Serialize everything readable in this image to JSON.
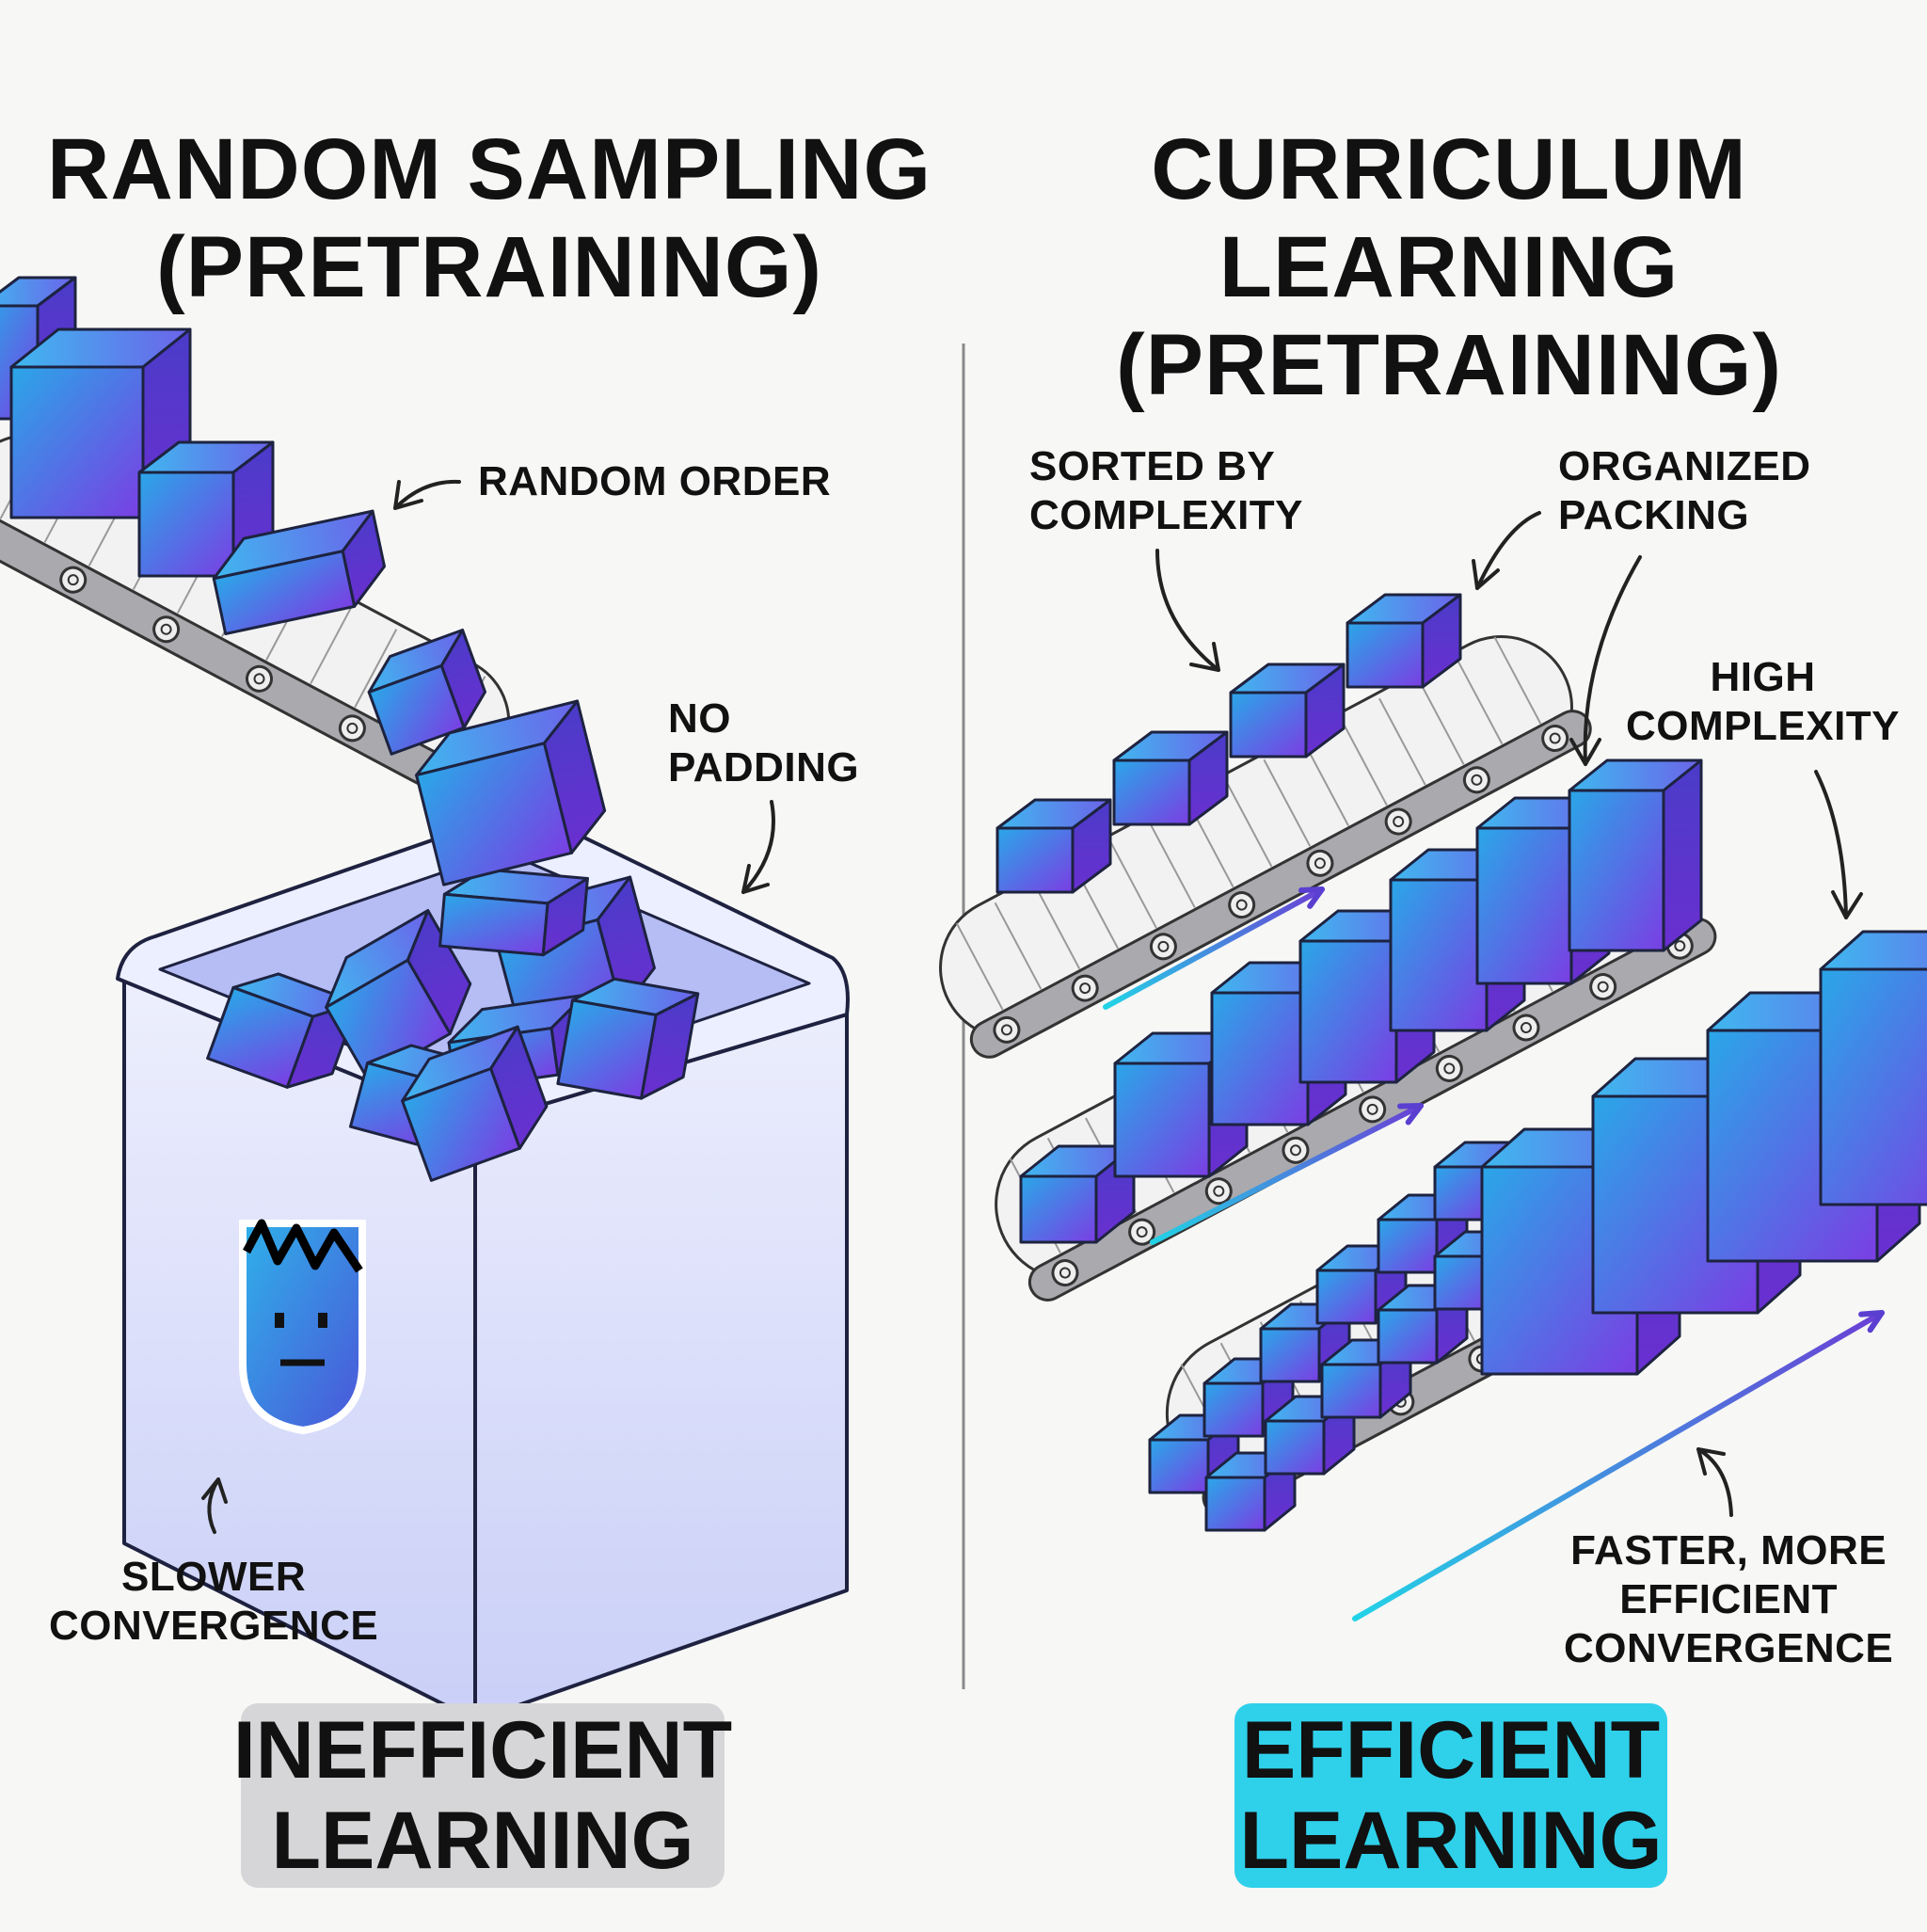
{
  "left": {
    "title_line1": "RANDOM SAMPLING",
    "title_line2": "(PRETRAINING)",
    "label_random_order": "RANDOM ORDER",
    "label_no_padding_1": "NO",
    "label_no_padding_2": "PADDING",
    "label_slower_1": "SLOWER",
    "label_slower_2": "CONVERGENCE",
    "badge_line1": "INEFFICIENT",
    "badge_line2": "LEARNING"
  },
  "right": {
    "title_line1": "CURRICULUM LEARNING",
    "title_line2": "(PRETRAINING)",
    "label_sorted_1": "SORTED BY",
    "label_sorted_2": "COMPLEXITY",
    "label_organized_1": "ORGANIZED",
    "label_organized_2": "PACKING",
    "label_high_1": "HIGH",
    "label_high_2": "COMPLEXITY",
    "label_faster_1": "FASTER, MORE",
    "label_faster_2": "EFFICIENT",
    "label_faster_3": "CONVERGENCE",
    "badge_line1": "EFFICIENT",
    "badge_line2": "LEARNING"
  },
  "colors": {
    "cube_front_top": "#2fa3e6",
    "cube_front_bottom": "#7b3fe4",
    "belt": "#9a9aa0",
    "bin_fill": "#dfe3fb",
    "inefficient_badge": "#d6d6d8",
    "efficient_badge": "#2fd0ea"
  }
}
